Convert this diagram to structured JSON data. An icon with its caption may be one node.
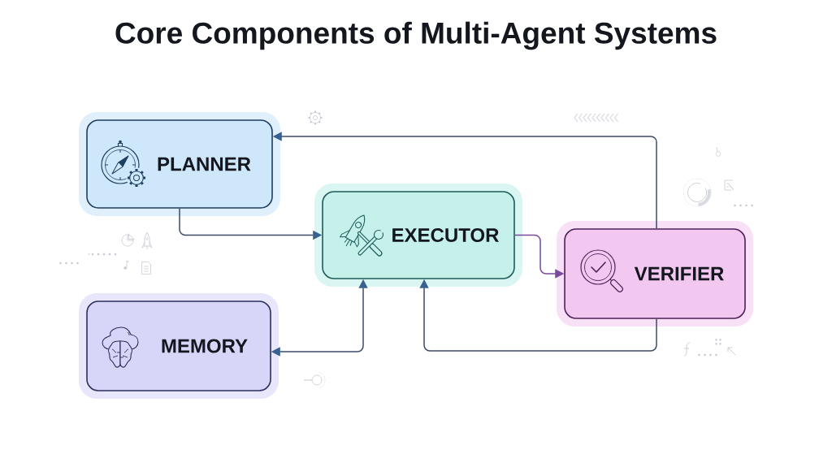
{
  "diagram": {
    "title": "Core Components of Multi-Agent Systems",
    "nodes": [
      {
        "text": [
          "PLANNER"
        ]
      },
      {
        "text": [
          "EXECUTOR"
        ]
      },
      {
        "text": [
          "VERIFIER"
        ]
      },
      {
        "text": [
          "MEMORY"
        ]
      }
    ],
    "edges": [
      {
        "from": 0,
        "to": 1,
        "arrow": "to"
      },
      {
        "from": 1,
        "to": 2,
        "arrow": "to",
        "color": "#7b4a9c"
      },
      {
        "from": 2,
        "to": 0,
        "arrow": "to"
      },
      {
        "from": 2,
        "to": 1,
        "arrow": "to"
      },
      {
        "from": 3,
        "to": 1,
        "arrow": "both"
      }
    ]
  }
}
